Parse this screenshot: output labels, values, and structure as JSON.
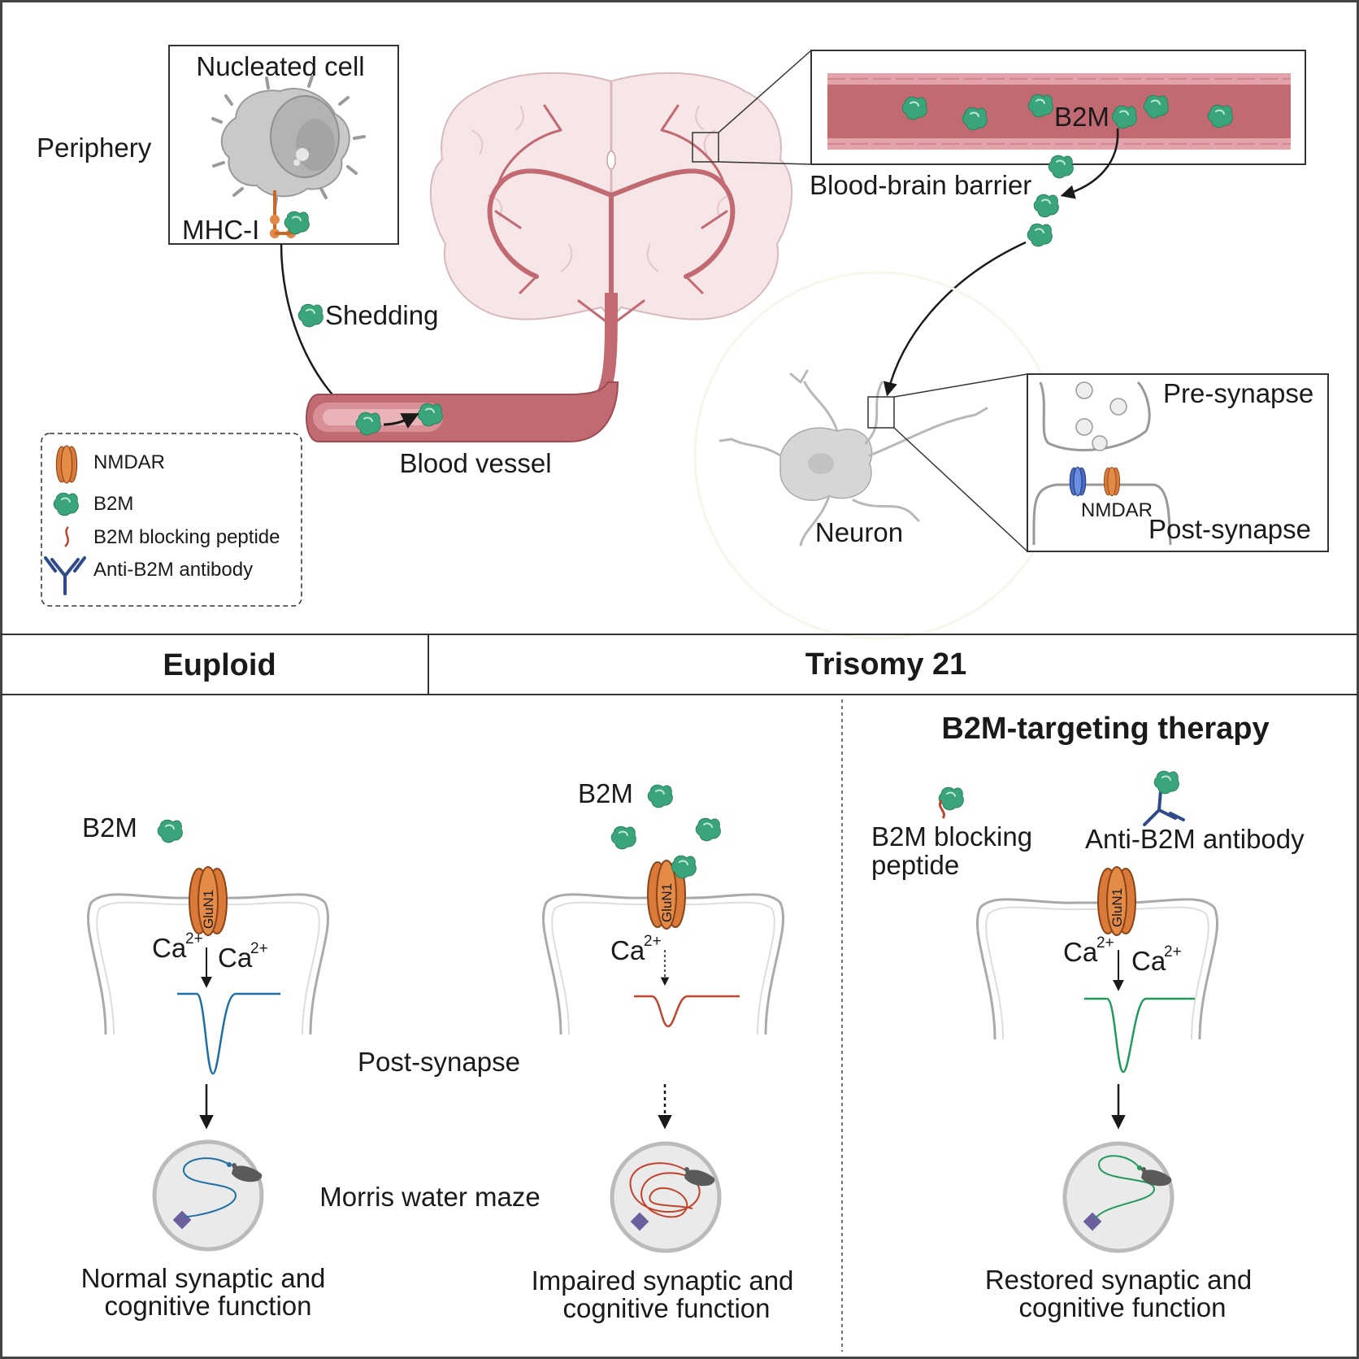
{
  "labels": {
    "nucleated_cell": "Nucleated cell",
    "periphery": "Periphery",
    "mhc_i": "MHC-I",
    "shedding": "Shedding",
    "blood_vessel": "Blood vessel",
    "bbb": "Blood-brain barrier",
    "b2m_vessel": "B2M",
    "neuron": "Neuron",
    "pre_synapse": "Pre-synapse",
    "post_synapse_inset": "Post-synapse",
    "nmdar_inset": "NMDAR",
    "post_synapse_mid": "Post-synapse",
    "morris": "Morris water maze",
    "glun1": "GluN1"
  },
  "legend": {
    "nmdar": "NMDAR",
    "b2m": "B2M",
    "peptide": "B2M blocking peptide",
    "antibody": "Anti-B2M antibody"
  },
  "header": {
    "euploid": "Euploid",
    "trisomy": "Trisomy 21"
  },
  "therapy": {
    "title": "B2M-targeting therapy",
    "peptide_line1": "B2M blocking",
    "peptide_line2": "peptide",
    "antibody": "Anti-B2M antibody"
  },
  "panels": {
    "euploid": {
      "b2m": "B2M",
      "ca_left": "Ca",
      "ca_right": "Ca",
      "charge": "2+",
      "result_line1": "Normal synaptic and",
      "result_line2": "cognitive function"
    },
    "trisomy": {
      "b2m": "B2M",
      "ca_left": "Ca",
      "charge": "2+",
      "result_line1": "Impaired synaptic and",
      "result_line2": "cognitive function"
    },
    "therapy": {
      "ca_left": "Ca",
      "ca_right": "Ca",
      "charge": "2+",
      "result_line1": "Restored synaptic and",
      "result_line2": "cognitive function"
    }
  },
  "colors": {
    "b2m_green": "#3aa57a",
    "vessel": "#c26a72",
    "nmdar_orange": "#d97a3a",
    "euploid_trace": "#1f6fa6",
    "trisomy_trace": "#c0432b",
    "therapy_trace": "#1f9a5a",
    "antibody_blue": "#2f4a8a"
  }
}
